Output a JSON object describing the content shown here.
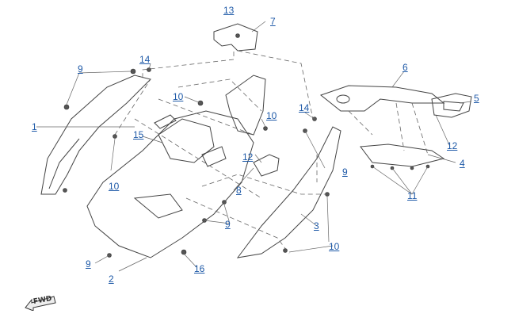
{
  "callouts": {
    "c1": "1",
    "c2": "2",
    "c3": "3",
    "c4": "4",
    "c5": "5",
    "c6": "6",
    "c7": "7",
    "c8": "8",
    "c9a": "9",
    "c9b": "9",
    "c9c": "9",
    "c9d": "9",
    "c10a": "10",
    "c10b": "10",
    "c10c": "10",
    "c10d": "10",
    "c11": "11",
    "c12a": "12",
    "c12b": "12",
    "c13": "13",
    "c14a": "14",
    "c14b": "14",
    "c15": "15",
    "c16": "16"
  },
  "direction_marker": "FWD",
  "colors": {
    "callout": "#1f5aa8",
    "line": "#444444",
    "leader": "#666666"
  }
}
